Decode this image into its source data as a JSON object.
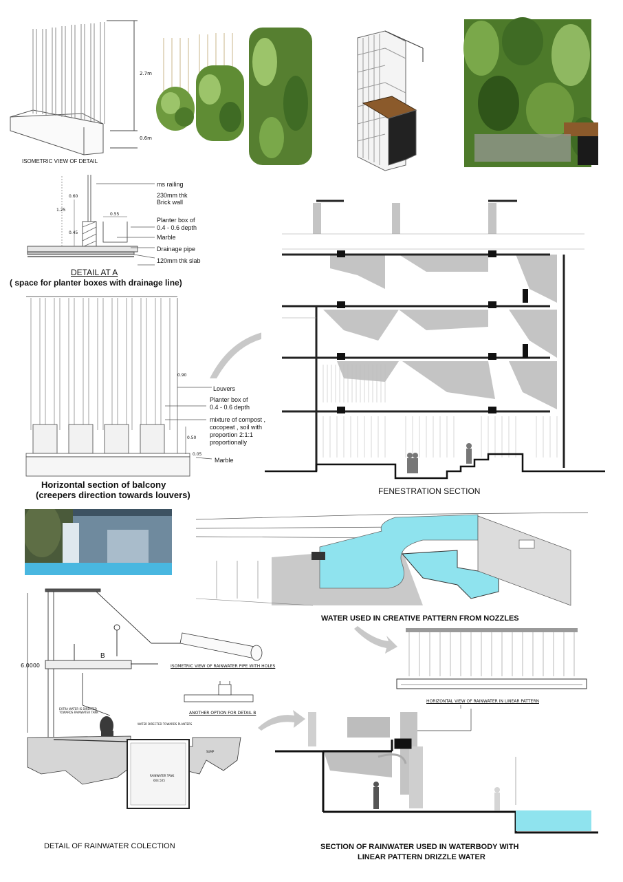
{
  "captions": {
    "isometric": "ISOMETRIC VIEW OF DETAIL",
    "detail_a_title": "DETAIL AT A",
    "detail_a_sub": "( space for planter boxes with drainage line)",
    "balcony_1": "Horizontal section of balcony",
    "balcony_2": "(creepers direction towards louvers)",
    "fenestration": "FENESTRATION SECTION",
    "water_pattern": "WATER USED IN CREATIVE PATTERN FROM NOZZLES",
    "rain_detail": "DETAIL OF RAINWATER COLECTION",
    "rain_section_1": "SECTION OF RAINWATER USED IN WATERBODY WITH",
    "rain_section_2": "LINEAR PATTERN DRIZZLE WATER"
  },
  "dims": {
    "h_27": "2.7m",
    "h_06": "0.6m",
    "d_060": "0.60",
    "d_125": "1.25",
    "d_045": "0.45",
    "d_055": "0.55",
    "d_090": "0.90",
    "d_050": "0.50",
    "d_005": "0.05",
    "d_60000": "6.0000",
    "marker_b": "B"
  },
  "detail_a_labels": {
    "railing": "ms railing",
    "wall_1": "230mm thk",
    "wall_2": "Brick wall",
    "planter_1": "Planter box of",
    "planter_2": "0.4 - 0.6 depth",
    "marble": "Marble",
    "drain": "Drainage pipe",
    "slab": "120mm thk slab"
  },
  "balcony_labels": {
    "louvers": "Louvers",
    "planter_1": "Planter box of",
    "planter_2": "0.4 - 0.6 depth",
    "mix_1": "mixture of compost ,",
    "mix_2": "cocopeat , soil with",
    "mix_3": "proportion 2:1:1",
    "mix_4": "proportionally",
    "marble": "Marble"
  },
  "rain_labels": {
    "pipe_iso": "ISOMETRIC VIEW OF RAINWATER PIPE WITH HOLES",
    "option_b": "ANOTHER OPTION FOR DETAIL B",
    "linear_view": "HORIZONTAL VIEW OF RAINWATER IN LINEAR PATTERN",
    "extra_1": "EXTRA WATER IS DIRECTED",
    "extra_2": "TOWARDS RAINWATER TANK",
    "planters": "WATER DIRECTED TOWARDS PLANTERS",
    "tank": "RAINWATER TANK",
    "tank_size": "6X4.5X5",
    "sump": "SUMP"
  },
  "colors": {
    "ink": "#111111",
    "grey_fill": "#bdbdbd",
    "light_grey": "#d9d9d9",
    "water": "#8fe3ee",
    "leaf_dark": "#3f6b24",
    "leaf_light": "#8fb861",
    "wood": "#8b5a2b",
    "pool": "#49b7e0",
    "arrow": "#c8c8c8"
  }
}
